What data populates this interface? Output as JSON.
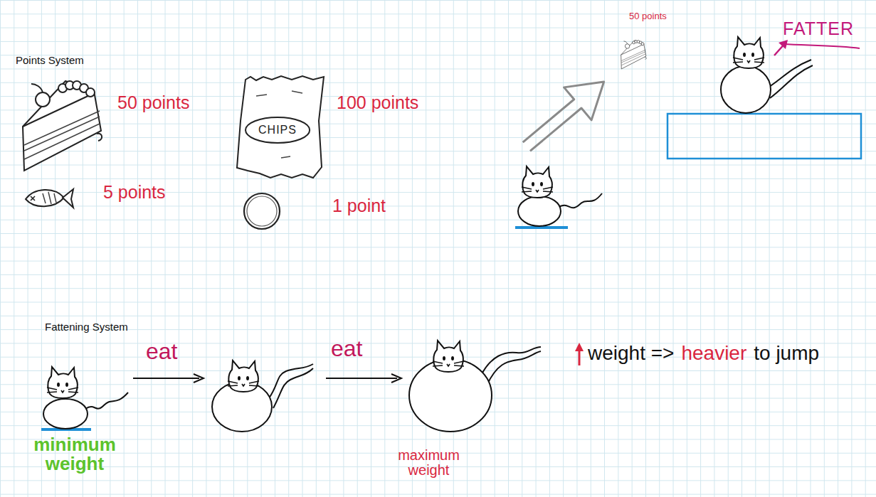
{
  "diagram": {
    "nodes": [
      {
        "text": [
          "CHIPS"
        ]
      }
    ],
    "labels": [
      "Points System",
      "50 points",
      "100 points",
      "5 points",
      "1 point",
      "50 points",
      "FATTER",
      "Fattening System",
      "eat",
      "eat",
      "minimum weight",
      "maximum weight",
      "weight =>",
      "heavier",
      "to jump"
    ]
  }
}
